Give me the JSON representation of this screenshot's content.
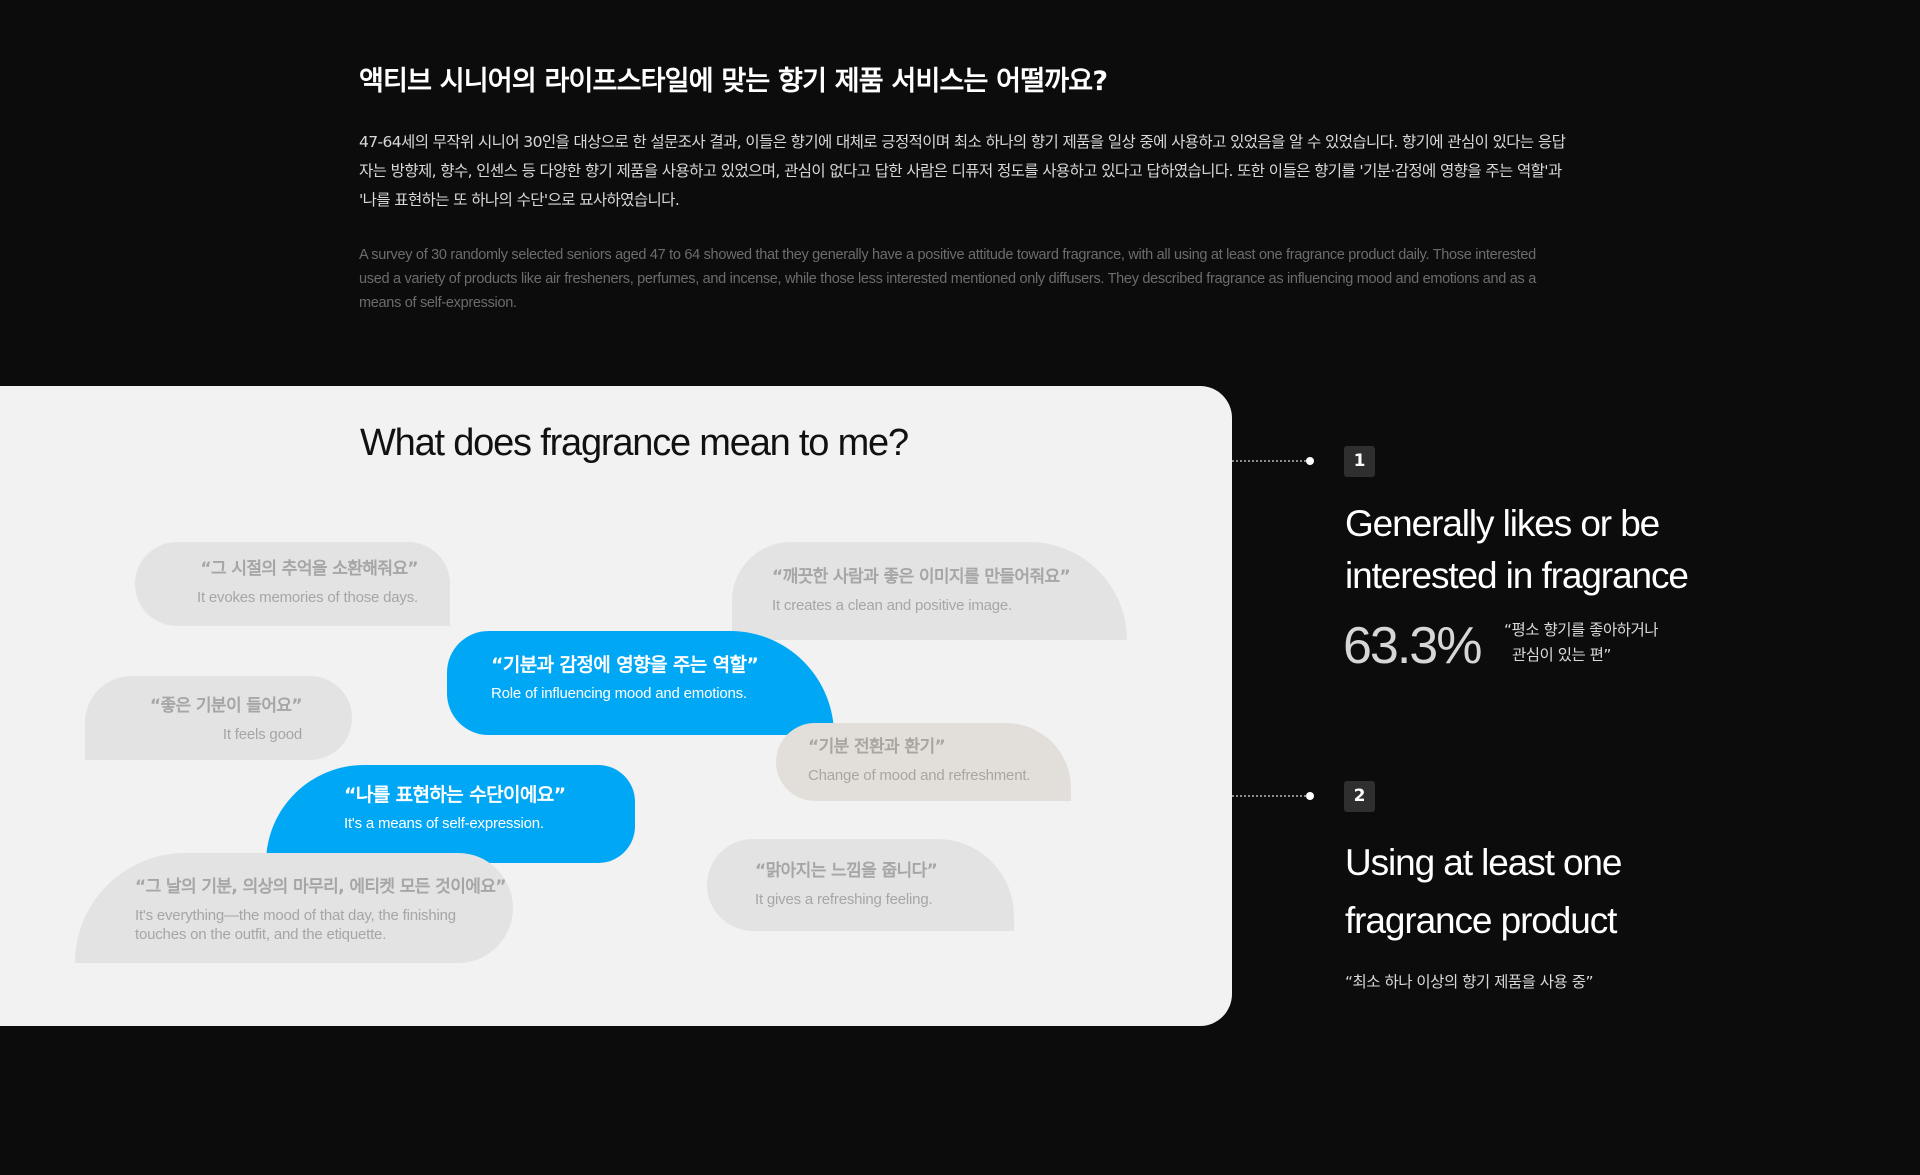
{
  "intro": {
    "title": "액티브 시니어의 라이프스타일에 맞는 향기 제품 서비스는 어떨까요?",
    "body_ko": "47-64세의 무작위 시니어 30인을 대상으로 한 설문조사 결과, 이들은 향기에 대체로 긍정적이며 최소 하나의 향기 제품을 일상 중에 사용하고 있었음을 알 수 있었습니다. 향기에 관심이 있다는 응답자는 방향제, 향수, 인센스 등 다양한 향기 제품을 사용하고 있었으며, 관심이 없다고 답한 사람은 디퓨저 정도를 사용하고 있다고 답하였습니다. 또한 이들은 향기를 '기분·감정에 영향을 주는 역할'과 '나를 표현하는 또 하나의 수단'으로 묘사하였습니다.",
    "body_en": "A survey of 30 randomly selected seniors aged 47 to 64 showed that they generally have a positive attitude toward fragrance, with all using at least one fragrance product daily. Those interested used a variety of products like air fresheners, perfumes, and incense, while those less interested mentioned only diffusers. They described fragrance as influencing mood and emotions and as a means of self-expression."
  },
  "card": {
    "title": "What does fragrance mean to me?",
    "bubbles": [
      {
        "ko": "“그 시절의 추억을 소환해줘요”",
        "en": "It evokes memories of those days."
      },
      {
        "ko": "“깨끗한 사람과 좋은 이미지를 만들어줘요”",
        "en": "It creates a clean and positive image."
      },
      {
        "ko": "“기분과 감정에 영향을 주는 역할”",
        "en": "Role of influencing mood and emotions."
      },
      {
        "ko": "“좋은 기분이 들어요”",
        "en": "It feels good"
      },
      {
        "ko": "“기분 전환과 환기”",
        "en": "Change of mood and refreshment."
      },
      {
        "ko": "“나를 표현하는 수단이에요”",
        "en": "It's a means of self-expression."
      },
      {
        "ko": "“그 날의 기분, 의상의 마무리, 에티켓 모든 것이에요”",
        "en": "It's everything—the mood of that day, the finishing touches on the outfit, and the etiquette."
      },
      {
        "ko": "“맑아지는 느낌을 줍니다”",
        "en": "It gives a refreshing feeling."
      }
    ]
  },
  "stats": [
    {
      "number": "1",
      "title_line1": "Generally likes or be",
      "title_line2": "interested in fragrance",
      "value": "63.3%",
      "note_line1": "“평소 향기를 좋아하거나",
      "note_line2": "관심이 있는 편”"
    },
    {
      "number": "2",
      "title_line1": "Using at least one",
      "title_line2": "fragrance product",
      "note": "“최소 하나 이상의 향기 제품을 사용 중”"
    }
  ],
  "colors": {
    "background": "#0c0c0c",
    "card": "#f2f2f2",
    "accent_blue": "#00a7f5",
    "bubble_gray": "#e3e3e3",
    "bubble_beige": "#e2dfdb"
  }
}
